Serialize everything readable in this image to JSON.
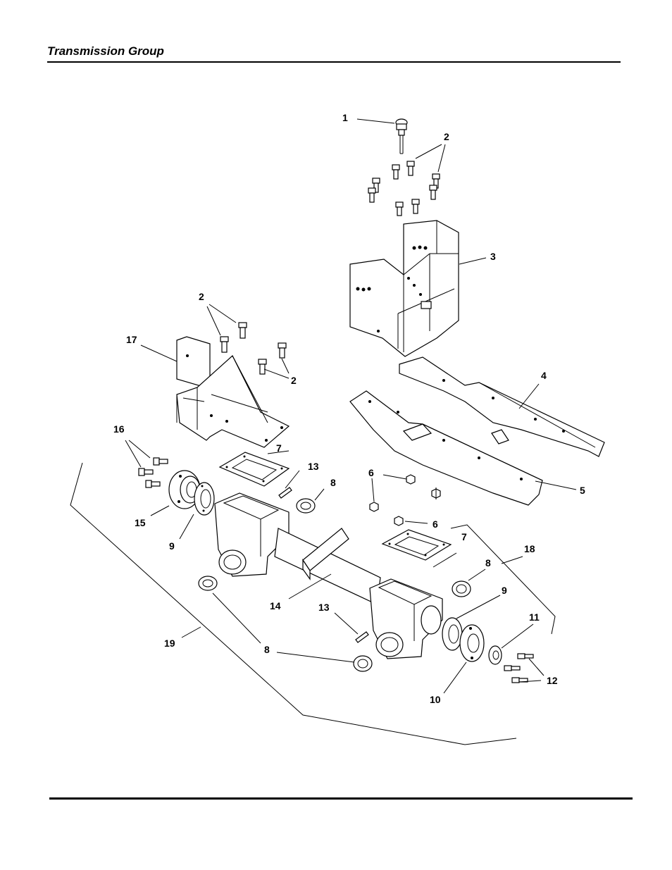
{
  "header": {
    "title": "Transmission Group"
  },
  "diagram": {
    "callouts": {
      "c1": "1",
      "c2a": "2",
      "c2b": "2",
      "c2c": "2",
      "c3": "3",
      "c4": "4",
      "c5": "5",
      "c6a": "6",
      "c6b": "6",
      "c7a": "7",
      "c7b": "7",
      "c8a": "8",
      "c8b": "8",
      "c8c": "8",
      "c9a": "9",
      "c9b": "9",
      "c10": "10",
      "c11": "11",
      "c12": "12",
      "c13a": "13",
      "c13b": "13",
      "c14": "14",
      "c15": "15",
      "c16": "16",
      "c17": "17",
      "c18": "18",
      "c19": "19"
    }
  }
}
